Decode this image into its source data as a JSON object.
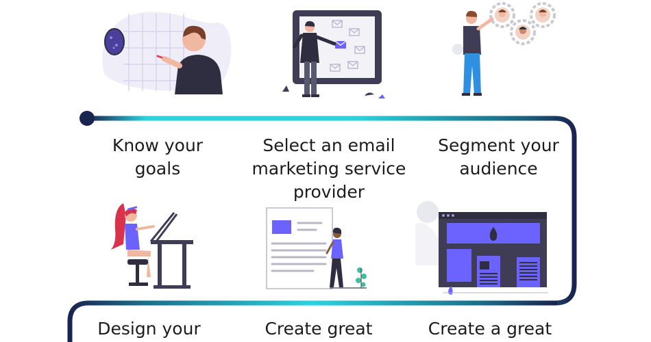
{
  "steps": [
    {
      "label": "Know your\ngoals",
      "illustration": "person-marking-wall-chart"
    },
    {
      "label": "Select an email\nmarketing service\nprovider",
      "illustration": "person-at-email-board"
    },
    {
      "label": "Segment your\naudience",
      "illustration": "person-with-audience-gears"
    },
    {
      "label": "Design your",
      "illustration": "woman-at-drawing-desk"
    },
    {
      "label": "Create great",
      "illustration": "woman-with-document"
    },
    {
      "label": "Create a great",
      "illustration": "web-page-layout"
    }
  ],
  "colors": {
    "path_dark": "#1a2450",
    "path_cyan": "#2bd3df",
    "accent_purple": "#6c63ff",
    "ink": "#2f2e41"
  }
}
